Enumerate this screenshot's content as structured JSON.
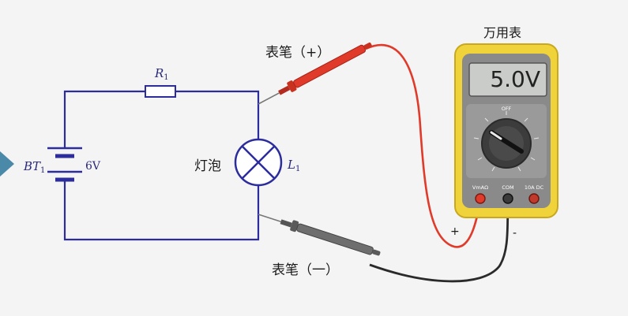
{
  "meter": {
    "title": "万用表",
    "reading": "5.0V",
    "dial_off": "OFF",
    "port_vma": "VmAΩ",
    "port_com": "COM",
    "port_10a": "10A DC",
    "body_color": "#f0d33a",
    "face_color": "#8a8a8a"
  },
  "probes": {
    "positive_label": "表笔（+）",
    "negative_label": "表笔（一）",
    "plus_sign": "+",
    "minus_sign": "-",
    "positive_color": "#e03a2a",
    "negative_color": "#6e6e6e"
  },
  "circuit": {
    "resistor": {
      "letter": "R",
      "sub": "1"
    },
    "battery": {
      "letter": "BT",
      "sub": "1",
      "voltage": "6V"
    },
    "lamp": {
      "name": "灯泡",
      "letter": "L",
      "sub": "1"
    },
    "wire_color": "#2c2c9c"
  }
}
